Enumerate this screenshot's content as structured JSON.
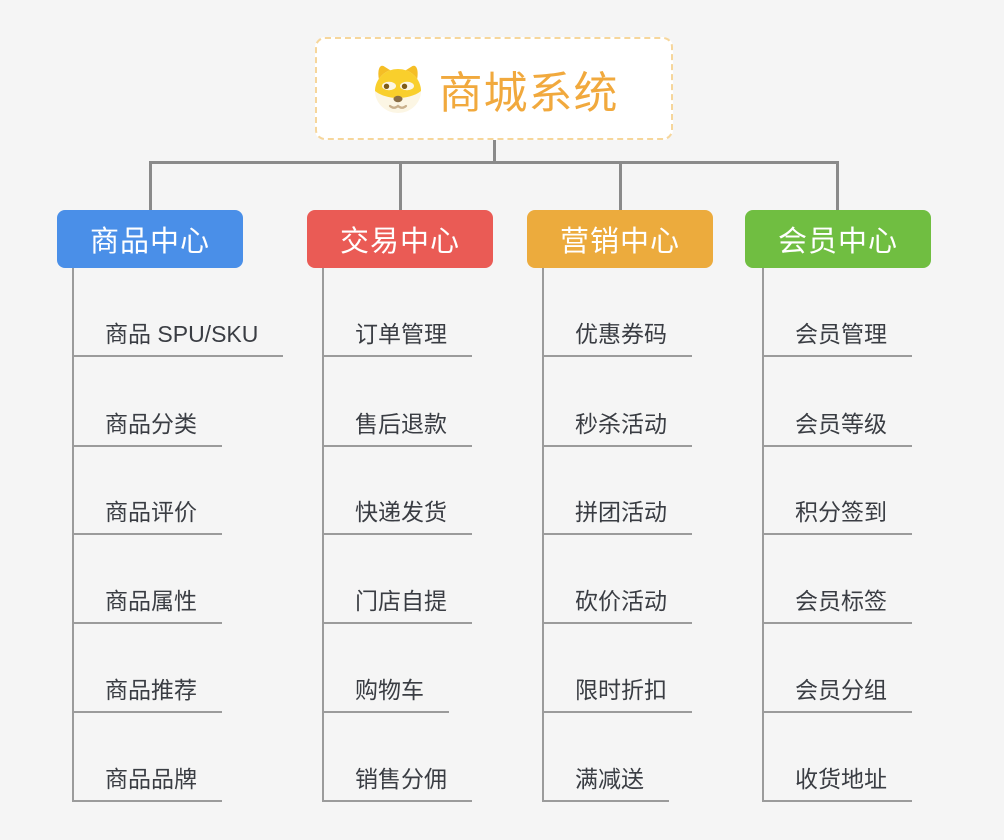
{
  "root": {
    "title": "商城系统",
    "icon": "doge-face-icon",
    "title_color": "#F1A93D",
    "border_color": "#F6D69B"
  },
  "connector_color": "#8A8A8A",
  "leaf_line_color": "#9B9B9B",
  "branches": [
    {
      "label": "商品中心",
      "color": "#4A8FE8",
      "items": [
        "商品 SPU/SKU",
        "商品分类",
        "商品评价",
        "商品属性",
        "商品推荐",
        "商品品牌"
      ]
    },
    {
      "label": "交易中心",
      "color": "#EA5B55",
      "items": [
        "订单管理",
        "售后退款",
        "快递发货",
        "门店自提",
        "购物车",
        "销售分佣"
      ]
    },
    {
      "label": "营销中心",
      "color": "#ECAB3D",
      "items": [
        "优惠券码",
        "秒杀活动",
        "拼团活动",
        "砍价活动",
        "限时折扣",
        "满减送"
      ]
    },
    {
      "label": "会员中心",
      "color": "#70BE41",
      "items": [
        "会员管理",
        "会员等级",
        "积分签到",
        "会员标签",
        "会员分组",
        "收货地址"
      ]
    }
  ]
}
